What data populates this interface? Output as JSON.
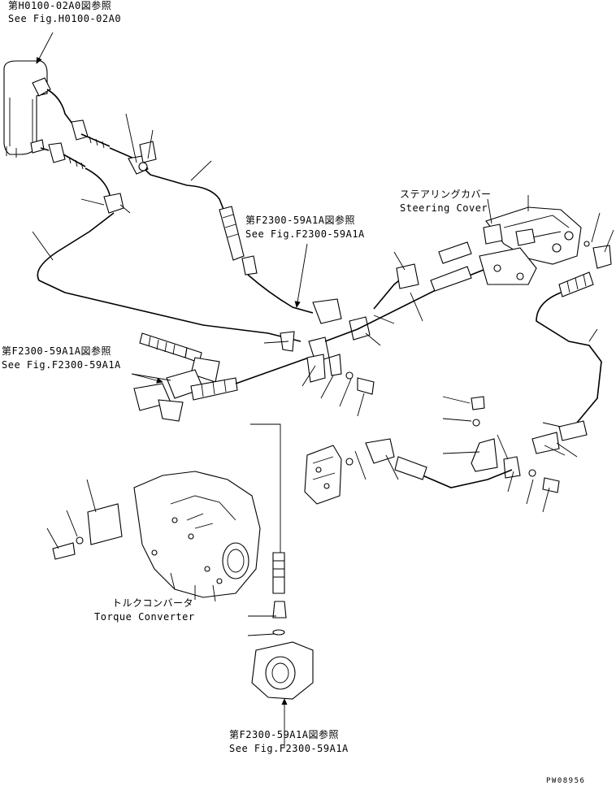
{
  "callouts": {
    "top_left": {
      "jp": "第H0100-02A0図参照",
      "en": "See Fig.H0100-02A0"
    },
    "center": {
      "jp": "第F2300-59A1A図参照",
      "en": "See Fig.F2300-59A1A"
    },
    "left": {
      "jp": "第F2300-59A1A図参照",
      "en": "See Fig.F2300-59A1A"
    },
    "bottom": {
      "jp": "第F2300-59A1A図参照",
      "en": "See Fig.F2300-59A1A"
    },
    "steering_cover": {
      "jp": "ステアリングカバー",
      "en": "Steering Cover"
    },
    "torque_converter": {
      "jp": "トルクコンバータ",
      "en": "Torque Converter"
    }
  },
  "drawing_id": "PW08956"
}
